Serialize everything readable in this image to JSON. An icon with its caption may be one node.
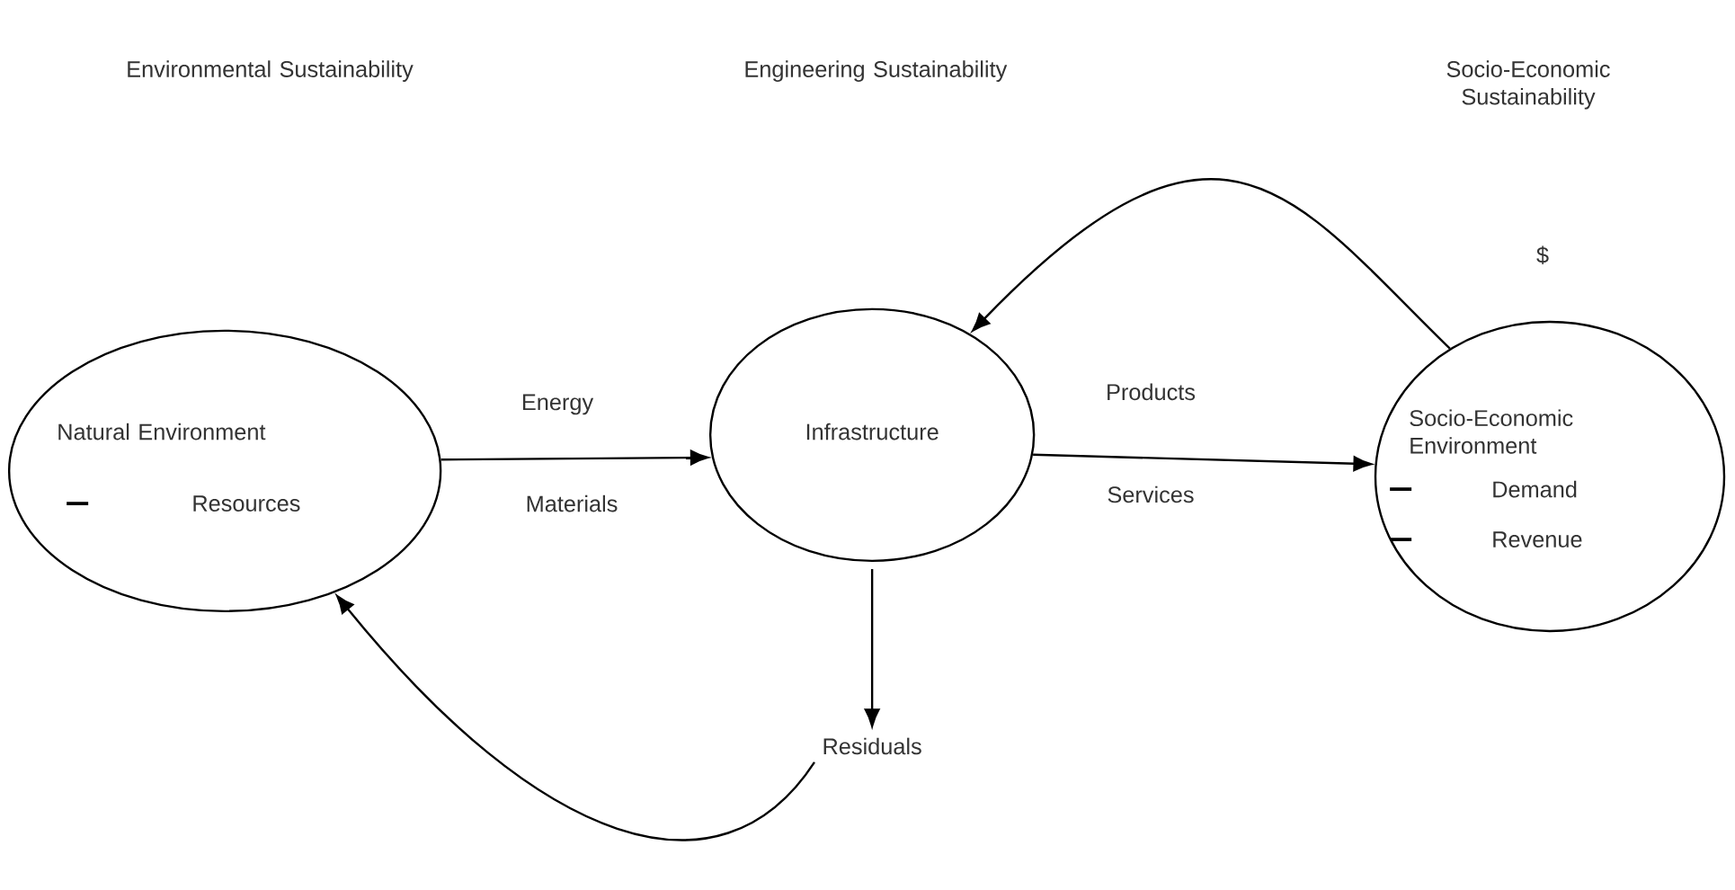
{
  "diagram": {
    "nodes": [
      {
        "text": [
          "Natural Environment",
          "Resources"
        ]
      },
      {
        "text": [
          "Infrastructure"
        ]
      },
      {
        "text": [
          "Socio-Economic Environment",
          "Demand",
          "Revenue"
        ]
      },
      {
        "text": [
          "Residuals"
        ]
      }
    ],
    "edges": [
      {
        "from": 0,
        "to": 1,
        "arrow": "to",
        "label": "Energy"
      },
      {
        "from": 1,
        "to": 2,
        "arrow": "to",
        "label": "Products"
      },
      {
        "from": 1,
        "to": 3,
        "arrow": "to"
      },
      {
        "from": 3,
        "to": 0,
        "arrow": "to"
      },
      {
        "from": 2,
        "to": 1,
        "arrow": "to"
      }
    ],
    "labels": [
      "Environmental Sustainability",
      "Engineering Sustainability",
      "Socio-Economic Sustainability",
      "Materials",
      "Services",
      "$"
    ]
  }
}
